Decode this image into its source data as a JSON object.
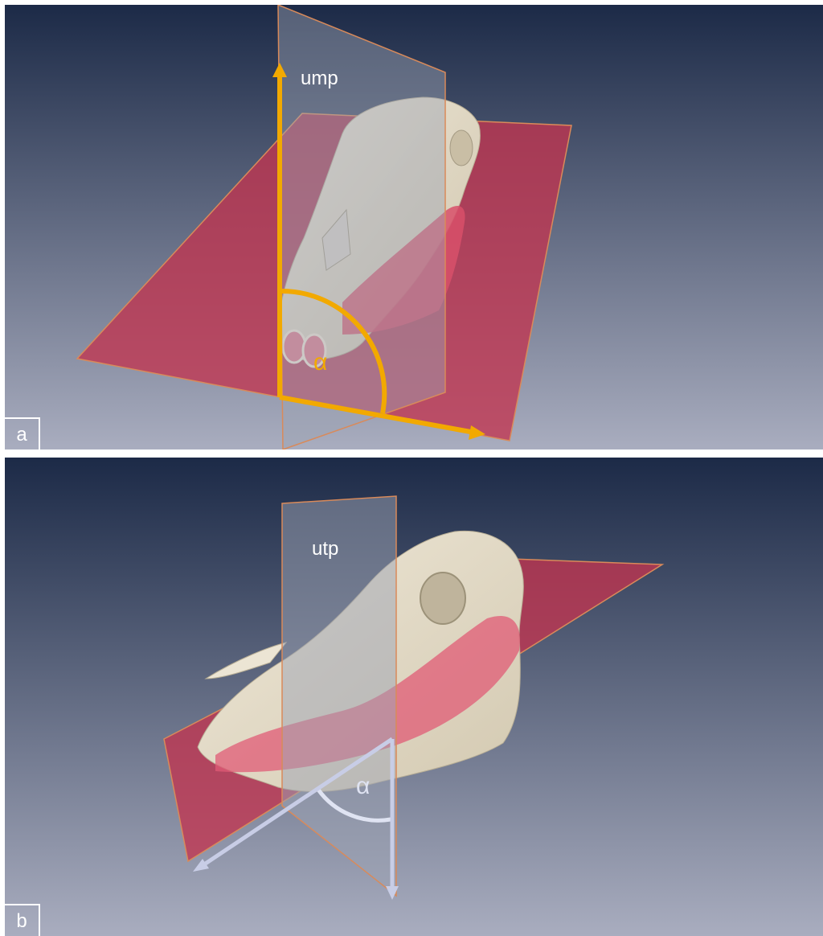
{
  "panels": [
    {
      "letter": "a",
      "plane_label": "ump",
      "angle_label": "α",
      "colors": {
        "arrow": "#f2a900",
        "plane": "#c2344f",
        "background_top": "#1c2a47",
        "background_bottom": "#a9adbf"
      }
    },
    {
      "letter": "b",
      "plane_label": "utp",
      "angle_label": "α",
      "colors": {
        "arrow": "#c8cde6",
        "plane": "#c2344f",
        "background_top": "#1c2a47",
        "background_bottom": "#a9adbf"
      }
    }
  ],
  "icons": {
    "arrow_head": "arrow-head-icon",
    "angle_arc": "angle-arc-icon"
  }
}
